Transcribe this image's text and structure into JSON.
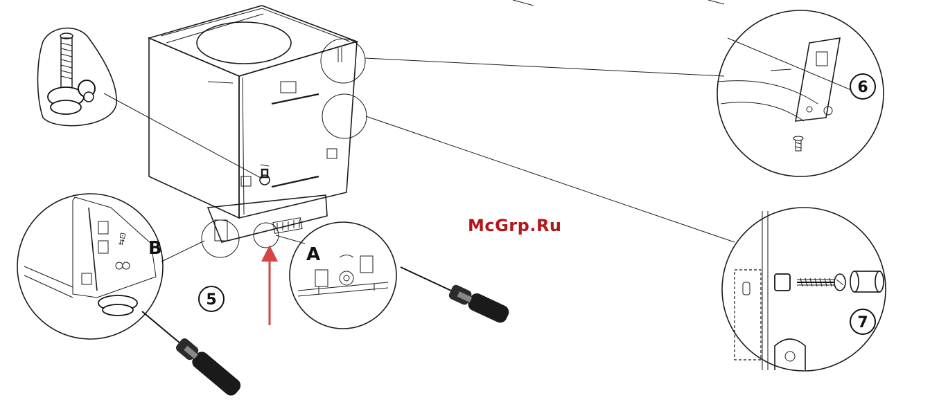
{
  "labels": {
    "step_5": "5",
    "step_6": "6",
    "step_7": "7",
    "detail_a": "A",
    "detail_b": "B"
  },
  "watermark": "McGrp.Ru",
  "colors": {
    "line": "#1a1a1a",
    "arrow": "#d64545",
    "watermark": "#b5161b",
    "background": "#ffffff"
  },
  "icons": [
    "screwdriver-icon",
    "screw-icon",
    "adjustment-screw-icon",
    "red-arrow-icon"
  ]
}
